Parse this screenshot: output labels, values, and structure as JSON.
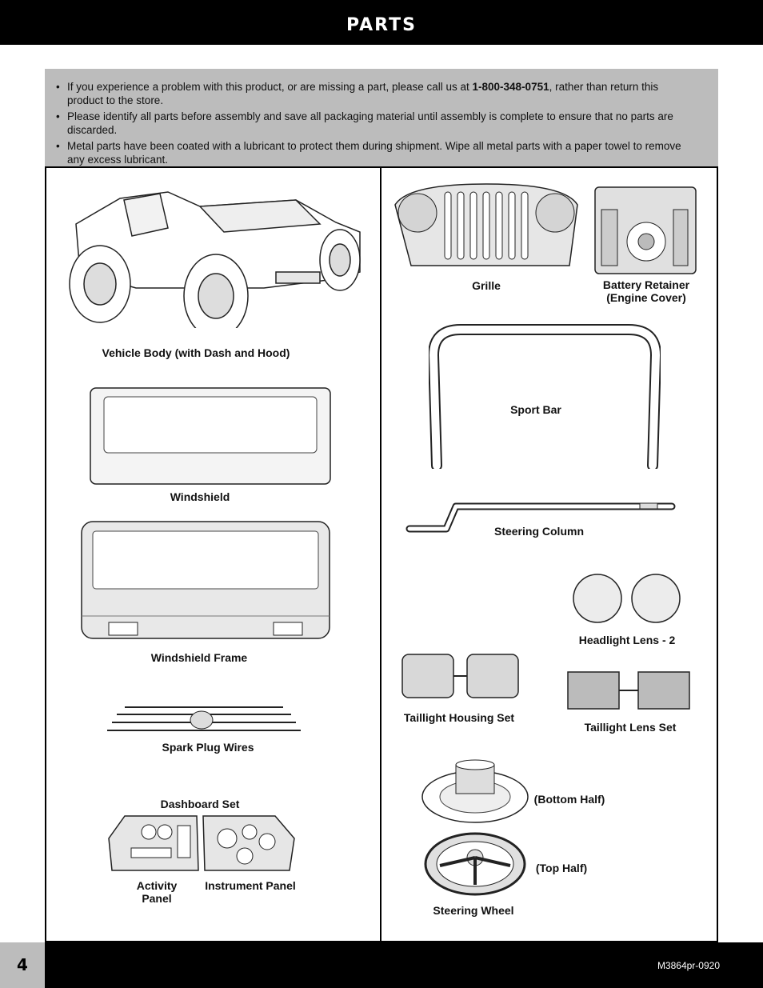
{
  "header": {
    "title": "PARTS"
  },
  "notes": [
    {
      "pre": "If you experience a problem with this product, or are missing a part, please call us at ",
      "phone": "1-800-348-0751",
      "post": ", rather than return this product to the store."
    },
    {
      "text": "Please identify all parts before assembly and save all packaging material until assembly is complete to ensure that no parts are discarded."
    },
    {
      "text": "Metal parts have been coated with a lubricant to protect them during shipment. Wipe all metal parts with a paper towel to remove any excess lubricant."
    }
  ],
  "parts": {
    "vehicle_body": "Vehicle Body (with Dash and Hood)",
    "windshield": "Windshield",
    "windshield_frame": "Windshield Frame",
    "spark_plug_wires": "Spark Plug Wires",
    "dashboard_set": "Dashboard Set",
    "activity_panel_1": "Activity",
    "activity_panel_2": "Panel",
    "instrument_panel": "Instrument Panel",
    "grille": "Grille",
    "battery_retainer_1": "Battery Retainer",
    "battery_retainer_2": "(Engine Cover)",
    "sport_bar": "Sport Bar",
    "steering_column": "Steering Column",
    "headlight_lens": "Headlight Lens - 2",
    "taillight_housing": "Taillight Housing Set",
    "taillight_lens": "Taillight Lens Set",
    "steering_bottom": "(Bottom Half)",
    "steering_top": "(Top Half)",
    "steering_wheel": "Steering Wheel"
  },
  "footer": {
    "page_number": "4",
    "code": "M3864pr-0920"
  }
}
